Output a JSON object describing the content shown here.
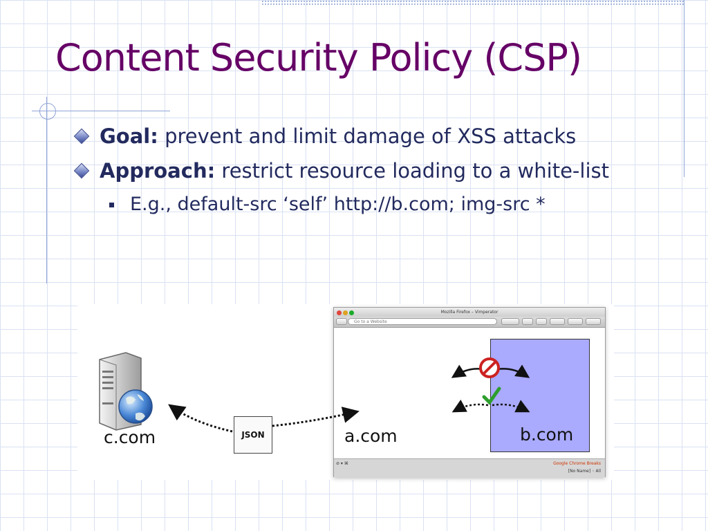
{
  "slide": {
    "title": "Content Security Policy (CSP)",
    "bullets": [
      {
        "label": "Goal:",
        "text": "prevent and limit damage of XSS attacks"
      },
      {
        "label": "Approach:",
        "text": "restrict resource loading to a white-list"
      }
    ],
    "sub_bullet": "E.g., default-src ‘self’ http://b.com; img-src *"
  },
  "figure": {
    "server_label": "c.com",
    "json_label": "JSON",
    "origin_label": "a.com",
    "frame_label": "b.com",
    "browser": {
      "window_title": "Mozilla Firefox – Vimperator",
      "url_placeholder": "Go to a Website",
      "status_left": "⊘ ▾ ⌘",
      "status_right": "Google Chrome Breaks",
      "status_mode": "[No Name]  ◦ All"
    },
    "colors": {
      "title": "#660066",
      "body_text": "#222a5e",
      "frame_panel": "#aaaaff",
      "check": "#2e9e2e",
      "prohibited": "#cc2222"
    }
  }
}
